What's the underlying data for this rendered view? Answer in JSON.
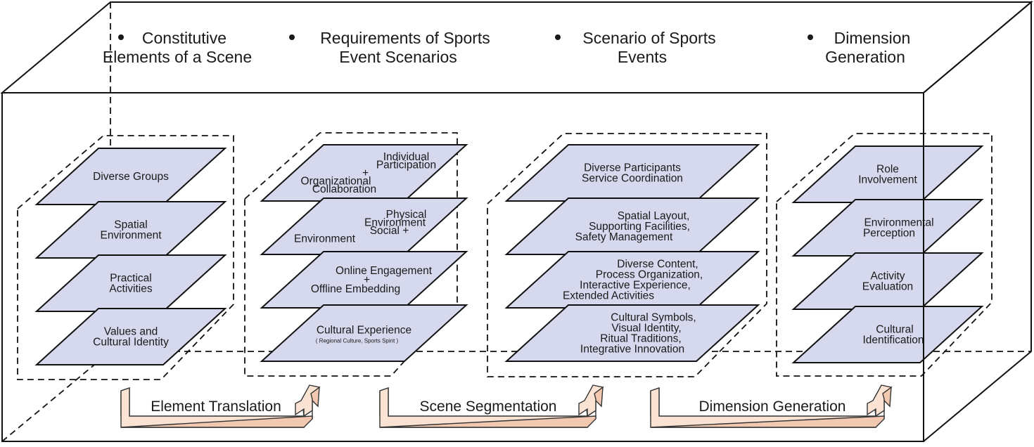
{
  "headers": [
    {
      "lines": [
        "Constitutive",
        "Elements of a Scene"
      ]
    },
    {
      "lines": [
        "Requirements of Sports",
        "Event Scenarios"
      ]
    },
    {
      "lines": [
        "Scenario of Sports",
        "Events"
      ]
    },
    {
      "lines": [
        "Dimension",
        "Generation"
      ]
    }
  ],
  "stacks": [
    {
      "layers": [
        {
          "lines": [
            "Diverse Groups"
          ]
        },
        {
          "lines": [
            "Spatial",
            "Environment"
          ]
        },
        {
          "lines": [
            "Practical",
            "Activities"
          ]
        },
        {
          "lines": [
            "Values and",
            "Cultural Identity"
          ]
        }
      ]
    },
    {
      "layers": [
        {
          "lines": [
            "Individual",
            "Participation",
            "+",
            "Organizational",
            "Collaboration"
          ]
        },
        {
          "lines": [
            "Physical",
            "Environment",
            "Social      +",
            "Environment"
          ]
        },
        {
          "lines": [
            "Online Engagement",
            "+",
            "Offline Embedding"
          ]
        },
        {
          "lines": [
            "Cultural Experience"
          ],
          "sub": "( Regional Culture, Sports Spirit )"
        }
      ]
    },
    {
      "layers": [
        {
          "lines": [
            "Diverse Participants",
            "Service Coordination"
          ]
        },
        {
          "lines": [
            "Spatial Layout,",
            "Supporting Facilities,",
            "Safety Management"
          ]
        },
        {
          "lines": [
            "Diverse Content,",
            "Process Organization,",
            "Interactive Experience,",
            "Extended Activities"
          ]
        },
        {
          "lines": [
            "Cultural Symbols,",
            "Visual Identity,",
            "Ritual Traditions,",
            "Integrative Innovation"
          ]
        }
      ]
    },
    {
      "layers": [
        {
          "lines": [
            "Role",
            "Involvement"
          ]
        },
        {
          "lines": [
            "Environmental",
            "Perception"
          ]
        },
        {
          "lines": [
            "Activity",
            "Evaluation"
          ]
        },
        {
          "lines": [
            "Cultural",
            "Identification"
          ]
        }
      ]
    }
  ],
  "arrows": [
    {
      "label": "Element Translation"
    },
    {
      "label": "Scene Segmentation"
    },
    {
      "label": "Dimension Generation"
    }
  ]
}
